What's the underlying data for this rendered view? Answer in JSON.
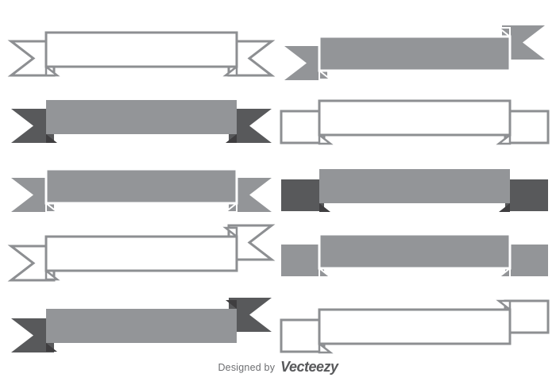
{
  "page": {
    "background": "#ffffff",
    "description": "Ribbon banner vector set, 10 variations"
  },
  "palette": {
    "gray": "#939598",
    "dark_gray": "#58595b",
    "darkest": "#3f3e40",
    "outline": "#8d8f92",
    "white": "#ffffff",
    "credit_text": "#6d6e71",
    "brand_text": "#58595b"
  },
  "footer": {
    "designed_by": "Designed by",
    "brand": "Vecteezy"
  },
  "ribbons": [
    {
      "id": 1,
      "row": 1,
      "col": 1,
      "style": "outline",
      "ends": "fork",
      "symmetry": "symmetric"
    },
    {
      "id": 2,
      "row": 1,
      "col": 2,
      "style": "solid",
      "ends": "fork",
      "symmetry": "asymmetric",
      "band": "gray",
      "tail": "gray",
      "fold": "gray",
      "white_gap": true
    },
    {
      "id": 3,
      "row": 2,
      "col": 1,
      "style": "solid",
      "ends": "fork",
      "symmetry": "symmetric",
      "band": "gray",
      "tail": "dark_gray",
      "fold": "darkest",
      "white_gap": false
    },
    {
      "id": 4,
      "row": 2,
      "col": 2,
      "style": "outline",
      "ends": "tab",
      "symmetry": "symmetric"
    },
    {
      "id": 5,
      "row": 3,
      "col": 1,
      "style": "solid",
      "ends": "fork",
      "symmetry": "symmetric",
      "band": "gray",
      "tail": "gray",
      "fold": "gray",
      "white_gap": true
    },
    {
      "id": 6,
      "row": 3,
      "col": 2,
      "style": "solid",
      "ends": "tab",
      "symmetry": "symmetric",
      "band": "gray",
      "tail": "dark_gray",
      "fold": "darkest",
      "white_gap": false
    },
    {
      "id": 7,
      "row": 4,
      "col": 1,
      "style": "outline",
      "ends": "fork",
      "symmetry": "asymmetric"
    },
    {
      "id": 8,
      "row": 4,
      "col": 2,
      "style": "solid",
      "ends": "tab",
      "symmetry": "symmetric",
      "band": "gray",
      "tail": "gray",
      "fold": "gray",
      "white_gap": true
    },
    {
      "id": 9,
      "row": 5,
      "col": 1,
      "style": "solid",
      "ends": "fork",
      "symmetry": "asymmetric",
      "band": "gray",
      "tail": "dark_gray",
      "fold": "darkest",
      "white_gap": false
    },
    {
      "id": 10,
      "row": 5,
      "col": 2,
      "style": "outline",
      "ends": "tab",
      "symmetry": "asymmetric"
    }
  ]
}
